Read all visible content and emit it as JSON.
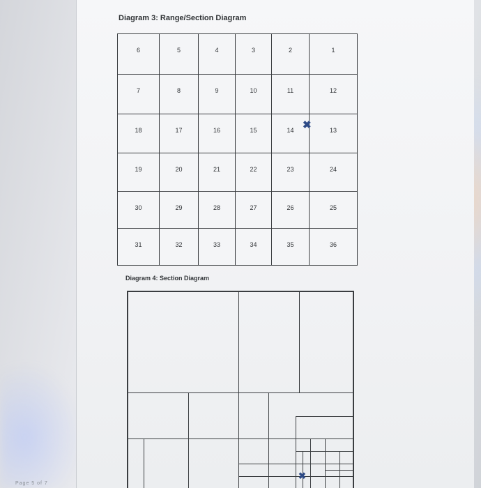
{
  "diagram3": {
    "title": "Diagram 3: Range/Section Diagram",
    "rows": [
      [
        "6",
        "5",
        "4",
        "3",
        "2",
        "1"
      ],
      [
        "7",
        "8",
        "9",
        "10",
        "11",
        "12"
      ],
      [
        "18",
        "17",
        "16",
        "15",
        "14",
        "13"
      ],
      [
        "19",
        "20",
        "21",
        "22",
        "23",
        "24"
      ],
      [
        "30",
        "29",
        "28",
        "27",
        "26",
        "25"
      ],
      [
        "31",
        "32",
        "33",
        "34",
        "35",
        "36"
      ]
    ],
    "marker": {
      "symbol": "✖",
      "section": "13",
      "color": "#2d4a86"
    }
  },
  "diagram4": {
    "title": "Diagram 4: Section Diagram",
    "marker": {
      "symbol": "✖",
      "color": "#2d4a86"
    }
  },
  "footer": {
    "text": "Page 5 of 7"
  }
}
